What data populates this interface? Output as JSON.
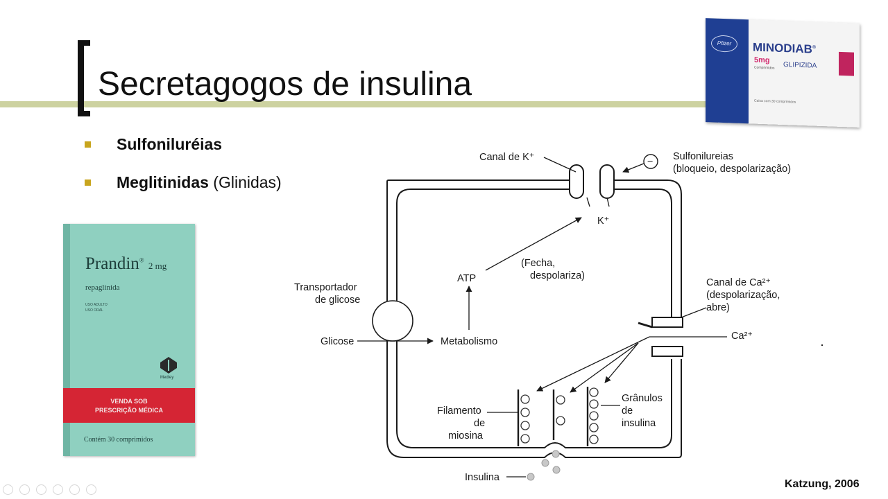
{
  "slide": {
    "title": "Secretagogos de insulina",
    "bullets": [
      {
        "bold": "Sulfoniluréias",
        "rest": ""
      },
      {
        "bold": "Meglitinidas",
        "rest": "(Glinidas)"
      }
    ],
    "citation": "Katzung, 2006",
    "accent_color": "#cdd2a0",
    "bullet_color": "#c8a51e"
  },
  "prandin_box": {
    "brand": "Prandin",
    "dose": "2 mg",
    "generic": "repaglinida",
    "small1": "USO ADULTO",
    "small2": "USO ORAL",
    "maker": "Medley",
    "band_line1": "VENDA SOB",
    "band_line2": "PRESCRIÇÃO MÉDICA",
    "count": "Contém 30 comprimidos",
    "color": "#8fd0c0",
    "band_color": "#d52534"
  },
  "minodiab_box": {
    "maker": "Pfizer",
    "brand": "MINODIAB",
    "dose": "5mg",
    "generic": "GLIPIZIDA",
    "form": "Comprimidos",
    "box_text": "Caixa com 30 comprimidos",
    "color": "#1f3f93"
  },
  "diagram": {
    "labels": {
      "k_channel": "Canal de K⁺",
      "sulfonylureas_l1": "Sulfonilureias",
      "sulfonylureas_l2": "(bloqueio, despolarização)",
      "minus": "−",
      "k_ion": "K⁺",
      "atp": "ATP",
      "fecha_l1": "(Fecha,",
      "fecha_l2": "despolariza)",
      "transporter_l1": "Transportador",
      "transporter_l2": "de glicose",
      "ca_channel_l1": "Canal de Ca²⁺",
      "ca_channel_l2": "(despolarização,",
      "ca_channel_l3": "abre)",
      "glucose": "Glicose",
      "metabolism": "Metabolismo",
      "ca_ion": "Ca²⁺",
      "myosin_l1": "Filamento",
      "myosin_l2": "de",
      "myosin_l3": "miosina",
      "granules_l1": "Grânulos",
      "granules_l2": "de",
      "granules_l3": "insulina",
      "insulin": "Insulina"
    }
  }
}
